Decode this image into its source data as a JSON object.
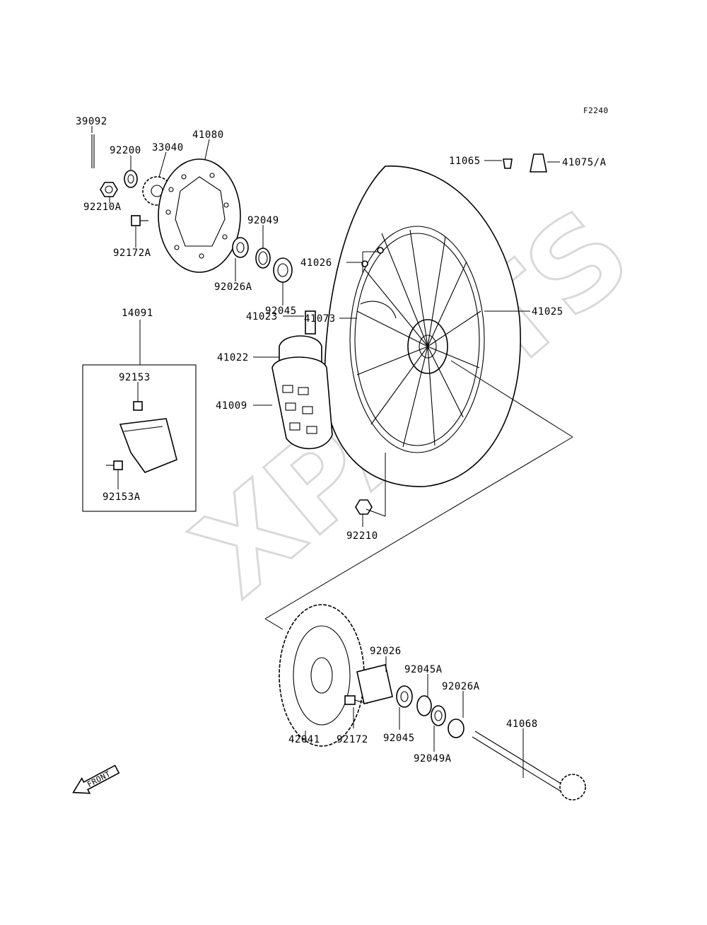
{
  "figure_code": "F2240",
  "watermark": "XPARTS",
  "front_arrow": "FRONT",
  "callouts": {
    "p39092": "39092",
    "p92200": "92200",
    "p33040": "33040",
    "p41080": "41080",
    "p92210A": "92210A",
    "p92172A": "92172A",
    "p92049": "92049",
    "p92026A_top": "92026A",
    "p92045_top": "92045",
    "p41026": "41026",
    "p11065": "11065",
    "p41075A": "41075/A",
    "p41073": "41073",
    "p41023": "41023",
    "p41022": "41022",
    "p41025": "41025",
    "p41009": "41009",
    "p14091": "14091",
    "p92153": "92153",
    "p92153A": "92153A",
    "p92210": "92210",
    "p92026": "92026",
    "p92045A": "92045A",
    "p92026A_bot": "92026A",
    "p41068": "41068",
    "p42041": "42041",
    "p92172": "92172",
    "p92045_bot": "92045",
    "p92049A": "92049A"
  }
}
